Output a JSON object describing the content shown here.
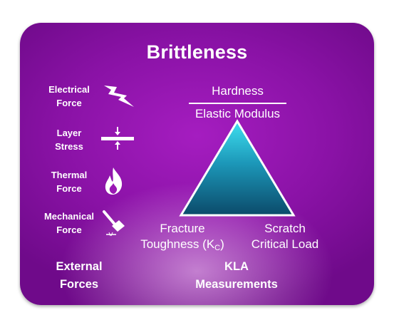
{
  "title": "Brittleness",
  "external_forces": [
    {
      "line1": "Electrical",
      "line2": "Force",
      "icon": "lightning-icon"
    },
    {
      "line1": "Layer",
      "line2": "Stress",
      "icon": "layer-stress-icon"
    },
    {
      "line1": "Thermal",
      "line2": "Force",
      "icon": "flame-icon"
    },
    {
      "line1": "Mechanical",
      "line2": "Force",
      "icon": "hammer-icon"
    }
  ],
  "ratio": {
    "numerator": "Hardness",
    "denominator": "Elastic Modulus"
  },
  "triangle": {
    "left_vertex": {
      "line1": "Fracture",
      "line2_main": "Toughness (K",
      "line2_sub": "C",
      "line2_end": ")"
    },
    "right_vertex": {
      "line1": "Scratch",
      "line2": "Critical Load"
    }
  },
  "footer": {
    "left": {
      "line1": "External",
      "line2": "Forces"
    },
    "right": {
      "line1": "KLA",
      "line2": "Measurements"
    }
  },
  "colors": {
    "panel": "#8a12a6",
    "triangle_top": "#2ad0e6",
    "triangle_bottom": "#0a4f6e",
    "text": "#ffffff"
  }
}
